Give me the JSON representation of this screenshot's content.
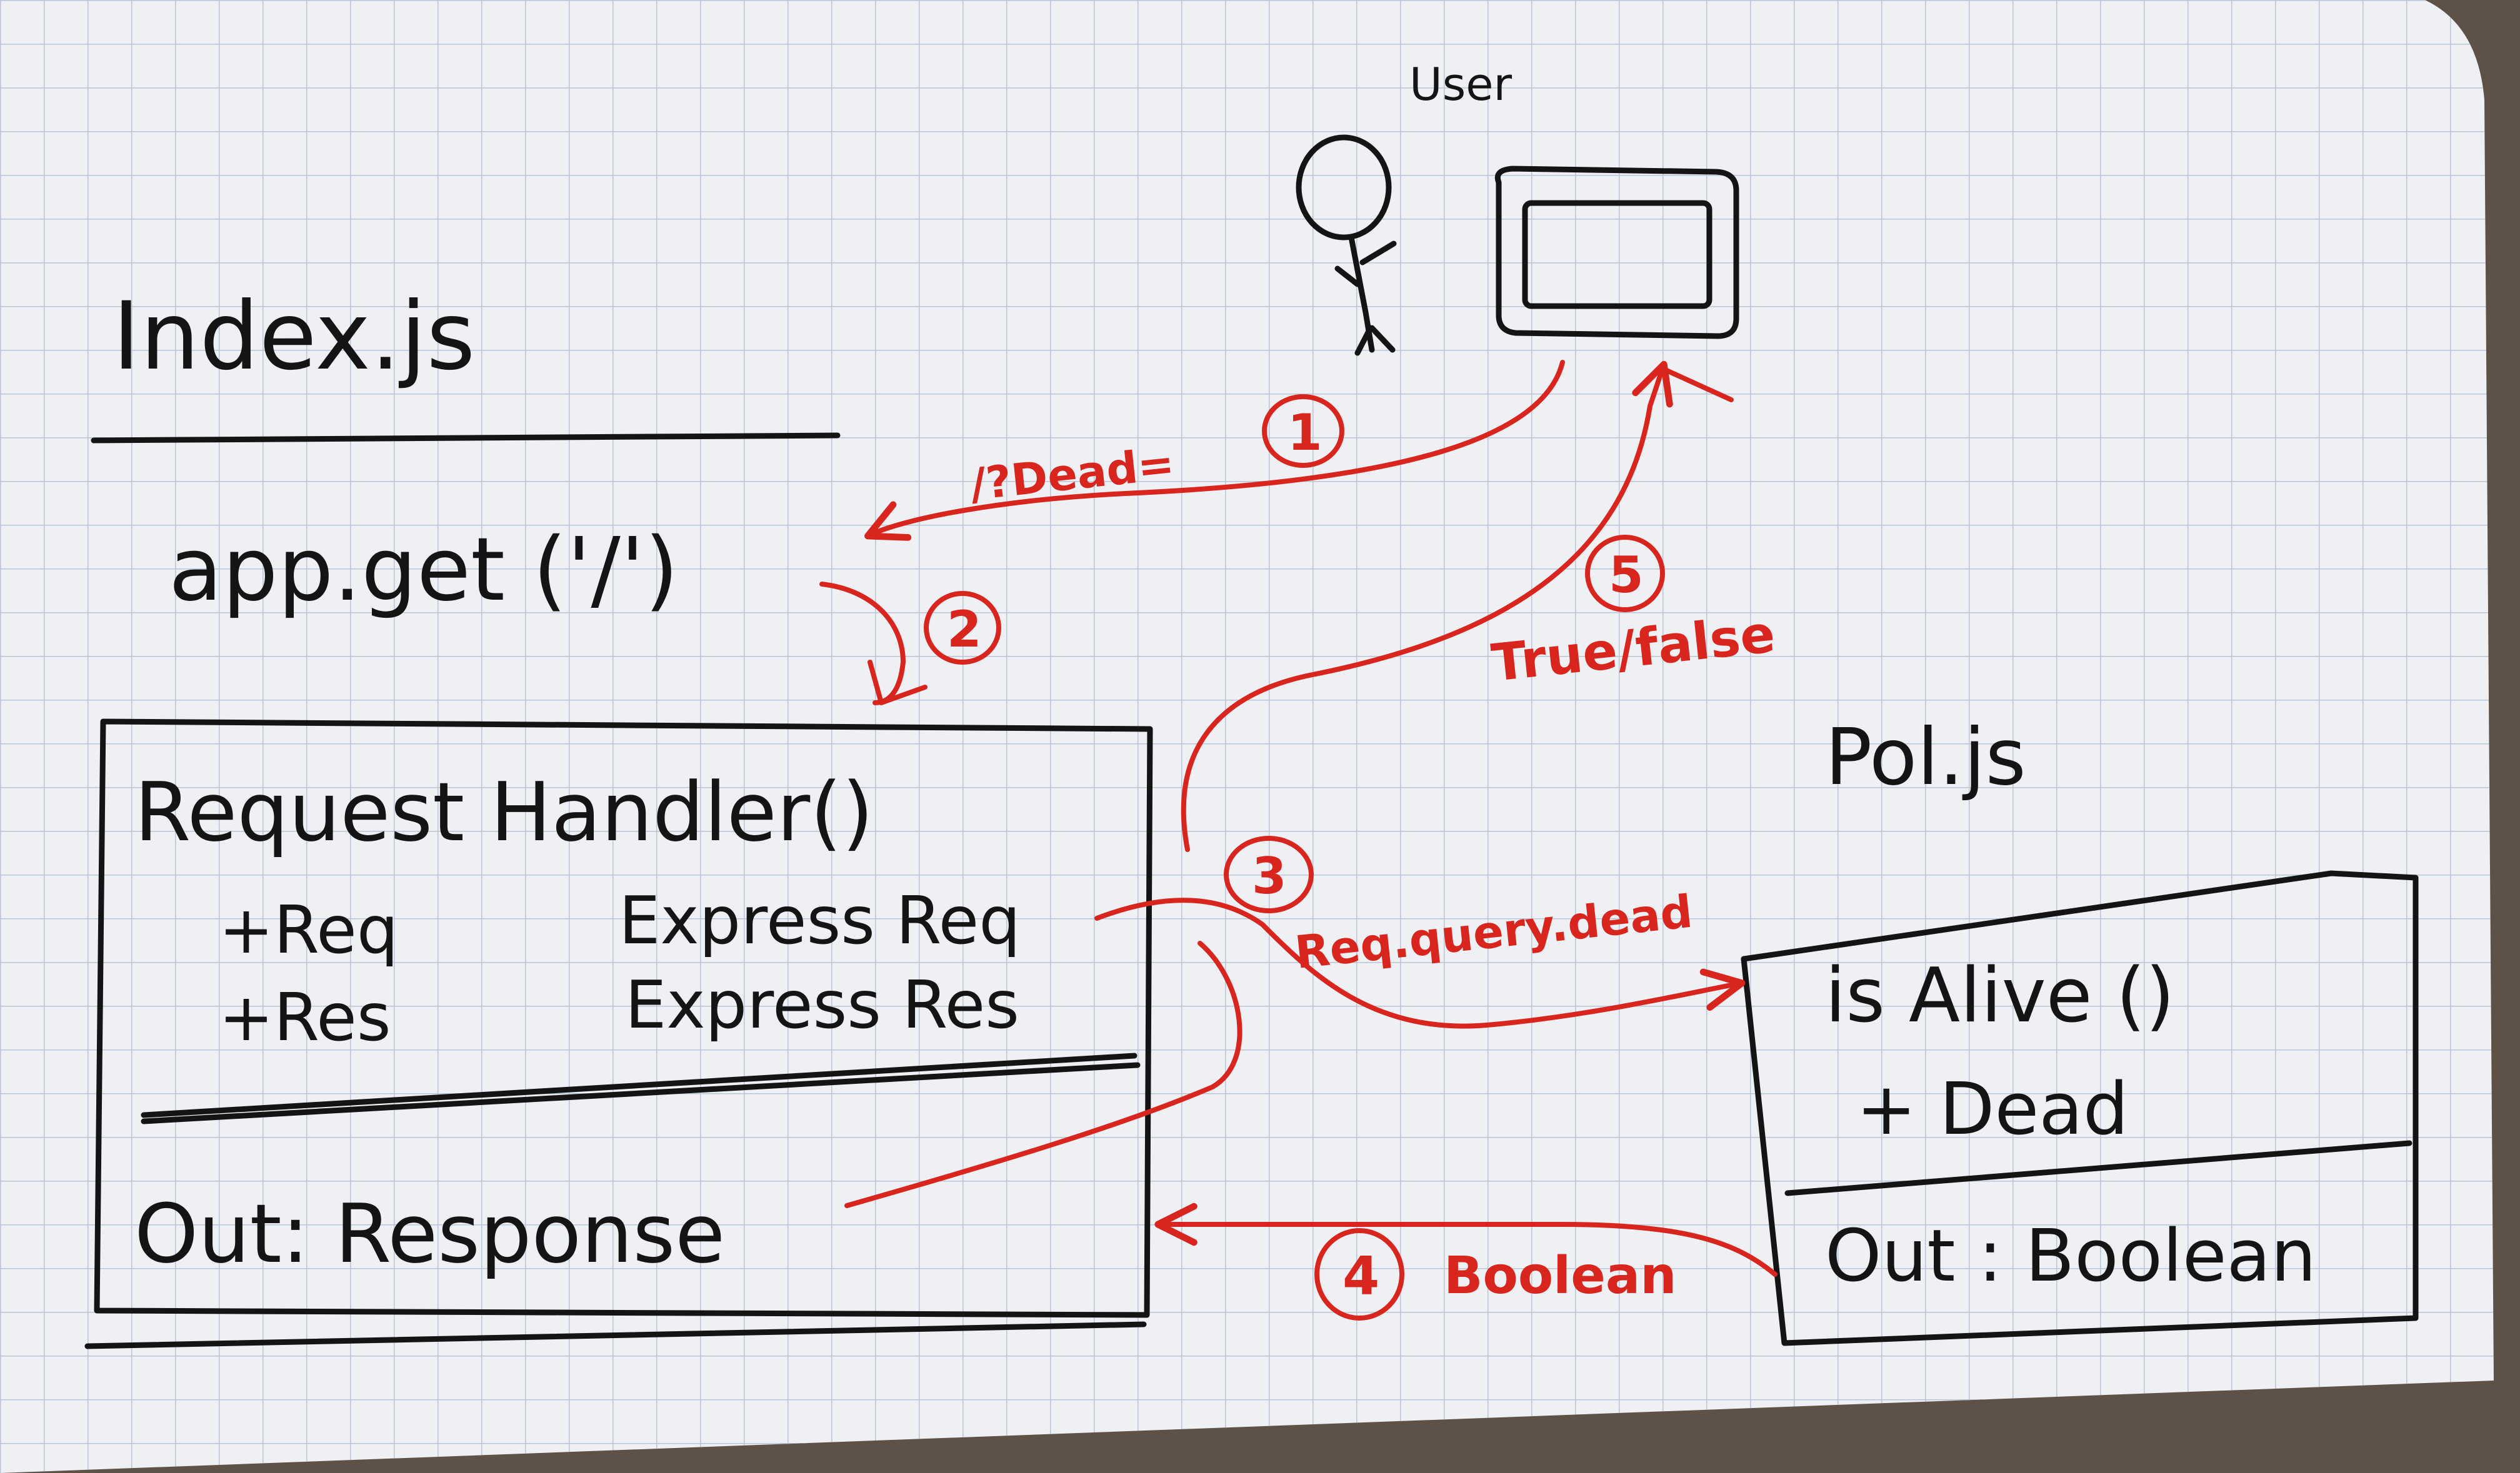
{
  "colors": {
    "paper": "#eef0f4",
    "grid": "#b9c4d4",
    "ink": "#141414",
    "red_ink": "#d8261f",
    "table": "#5e5248"
  },
  "user": {
    "label": "User",
    "figure_icon": "stick-figure-icon",
    "screen_icon": "monitor-icon"
  },
  "index_file": {
    "title": "Index.js",
    "route": "app.get ('/')"
  },
  "request_handler": {
    "title": "Request Handler()",
    "params": [
      {
        "name": "+Req",
        "type": "Express Req"
      },
      {
        "name": "+Res",
        "type": "Express Res"
      }
    ],
    "output": "Out: Response"
  },
  "pol_file": {
    "title": "Pol.js"
  },
  "is_alive": {
    "title": "is Alive ()",
    "param": "+ Dead",
    "output": "Out : Boolean"
  },
  "flow": {
    "step1": {
      "number": "1",
      "label": "/?Dead="
    },
    "step2": {
      "number": "2"
    },
    "step3": {
      "number": "3",
      "label": "Req.query.dead"
    },
    "step4": {
      "number": "4",
      "label": "Boolean"
    },
    "step5": {
      "number": "5",
      "label": "True/false"
    }
  }
}
